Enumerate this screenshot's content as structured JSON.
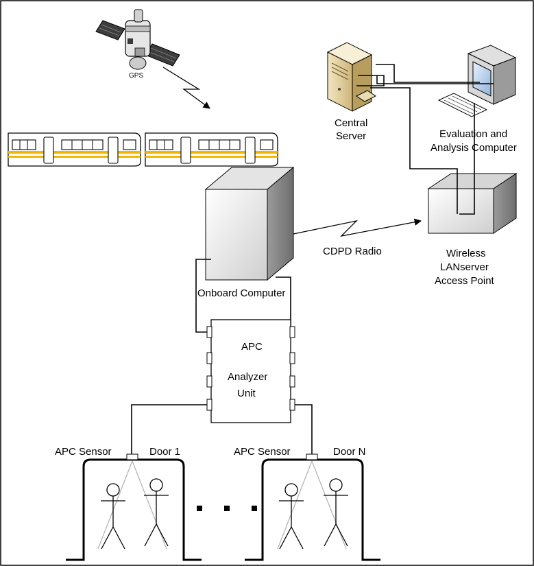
{
  "labels": {
    "gps": "GPS",
    "central_server": [
      "Central",
      "Server"
    ],
    "evaluation_computer": [
      "Evaluation and",
      "Analysis Computer"
    ],
    "cdpd_radio": "CDPD Radio",
    "wireless_access_point": [
      "Wireless",
      "LANserver",
      "Access Point"
    ],
    "onboard_computer": "Onboard Computer",
    "apc_unit": [
      "APC",
      "Analyzer",
      "Unit"
    ],
    "door_1": {
      "sensor": "APC Sensor",
      "door": "Door 1"
    },
    "door_n": {
      "sensor": "APC Sensor",
      "door": "Door N"
    }
  },
  "colors": {
    "train_stripe": "#f2b800",
    "outline": "#000000",
    "sensor_cone": "#b0b0b0"
  },
  "icons": {
    "satellite": "satellite-icon",
    "train": "train-car-icon",
    "server": "server-tower-icon",
    "workstation": "desktop-computer-icon",
    "onboard": "computer-box-icon",
    "access_point": "access-point-box-icon",
    "person": "stick-figure-icon"
  }
}
